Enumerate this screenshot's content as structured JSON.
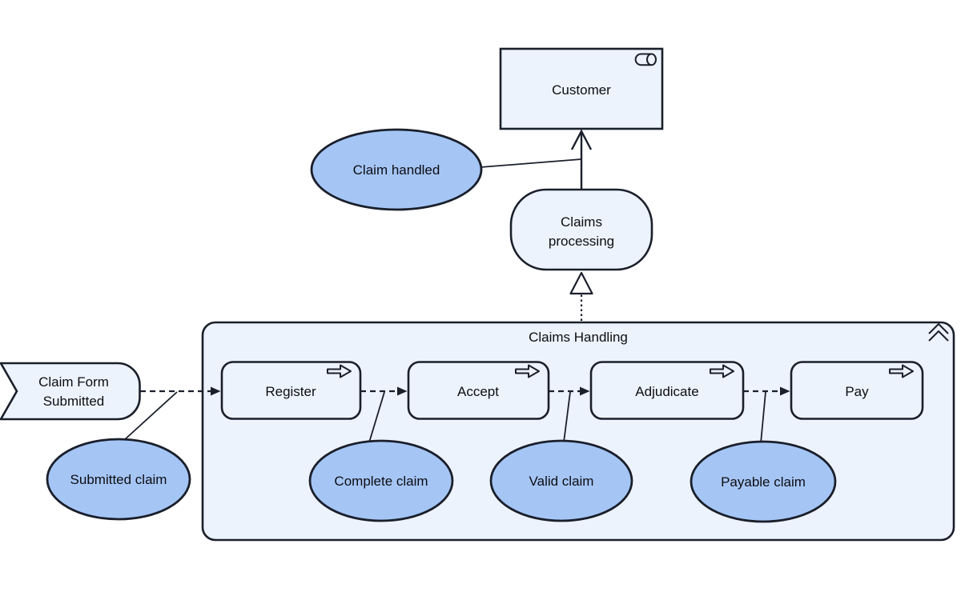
{
  "diagram": {
    "kind": "archimate-business-process-view",
    "colors": {
      "node_fill": "#edf3fc",
      "object_fill": "#a5c6f5",
      "border": "#1a1f2b",
      "text": "#0d0d12",
      "background": "#ffffff"
    },
    "nodes": {
      "customer": {
        "label": "Customer",
        "type": "business-role",
        "icon": "role-cylinder-icon"
      },
      "claim_handled": {
        "label": "Claim handled",
        "type": "business-object"
      },
      "claims_processing": {
        "label_line1": "Claims",
        "label_line2": "processing",
        "type": "business-service"
      },
      "claims_handling": {
        "label": "Claims Handling",
        "type": "process-group",
        "icon": "double-chevron-up-icon"
      },
      "claim_form_submitted": {
        "label_line1": "Claim Form",
        "label_line2": "Submitted",
        "type": "business-event"
      },
      "register": {
        "label": "Register",
        "type": "business-process",
        "icon": "process-arrow-icon"
      },
      "accept": {
        "label": "Accept",
        "type": "business-process",
        "icon": "process-arrow-icon"
      },
      "adjudicate": {
        "label": "Adjudicate",
        "type": "business-process",
        "icon": "process-arrow-icon"
      },
      "pay": {
        "label": "Pay",
        "type": "business-process",
        "icon": "process-arrow-icon"
      },
      "submitted_claim": {
        "label": "Submitted claim",
        "type": "business-object"
      },
      "complete_claim": {
        "label": "Complete claim",
        "type": "business-object"
      },
      "valid_claim": {
        "label": "Valid claim",
        "type": "business-object"
      },
      "payable_claim": {
        "label": "Payable claim",
        "type": "business-object"
      }
    },
    "edges": [
      {
        "from": "claims_processing",
        "to": "customer",
        "type": "serving-open-arrow"
      },
      {
        "from": "claim_handled",
        "to": "serving-line",
        "type": "association"
      },
      {
        "from": "claims_handling",
        "to": "claims_processing",
        "type": "realization-dotted-hollow-triangle"
      },
      {
        "from": "claim_form_submitted",
        "to": "register",
        "type": "flow-dashed"
      },
      {
        "from": "register",
        "to": "accept",
        "type": "flow-dashed"
      },
      {
        "from": "accept",
        "to": "adjudicate",
        "type": "flow-dashed"
      },
      {
        "from": "adjudicate",
        "to": "pay",
        "type": "flow-dashed"
      },
      {
        "from": "submitted_claim",
        "to": "flow-claim_form_submitted-register",
        "type": "association"
      },
      {
        "from": "complete_claim",
        "to": "flow-register-accept",
        "type": "association"
      },
      {
        "from": "valid_claim",
        "to": "flow-accept-adjudicate",
        "type": "association"
      },
      {
        "from": "payable_claim",
        "to": "flow-adjudicate-pay",
        "type": "association"
      }
    ]
  }
}
